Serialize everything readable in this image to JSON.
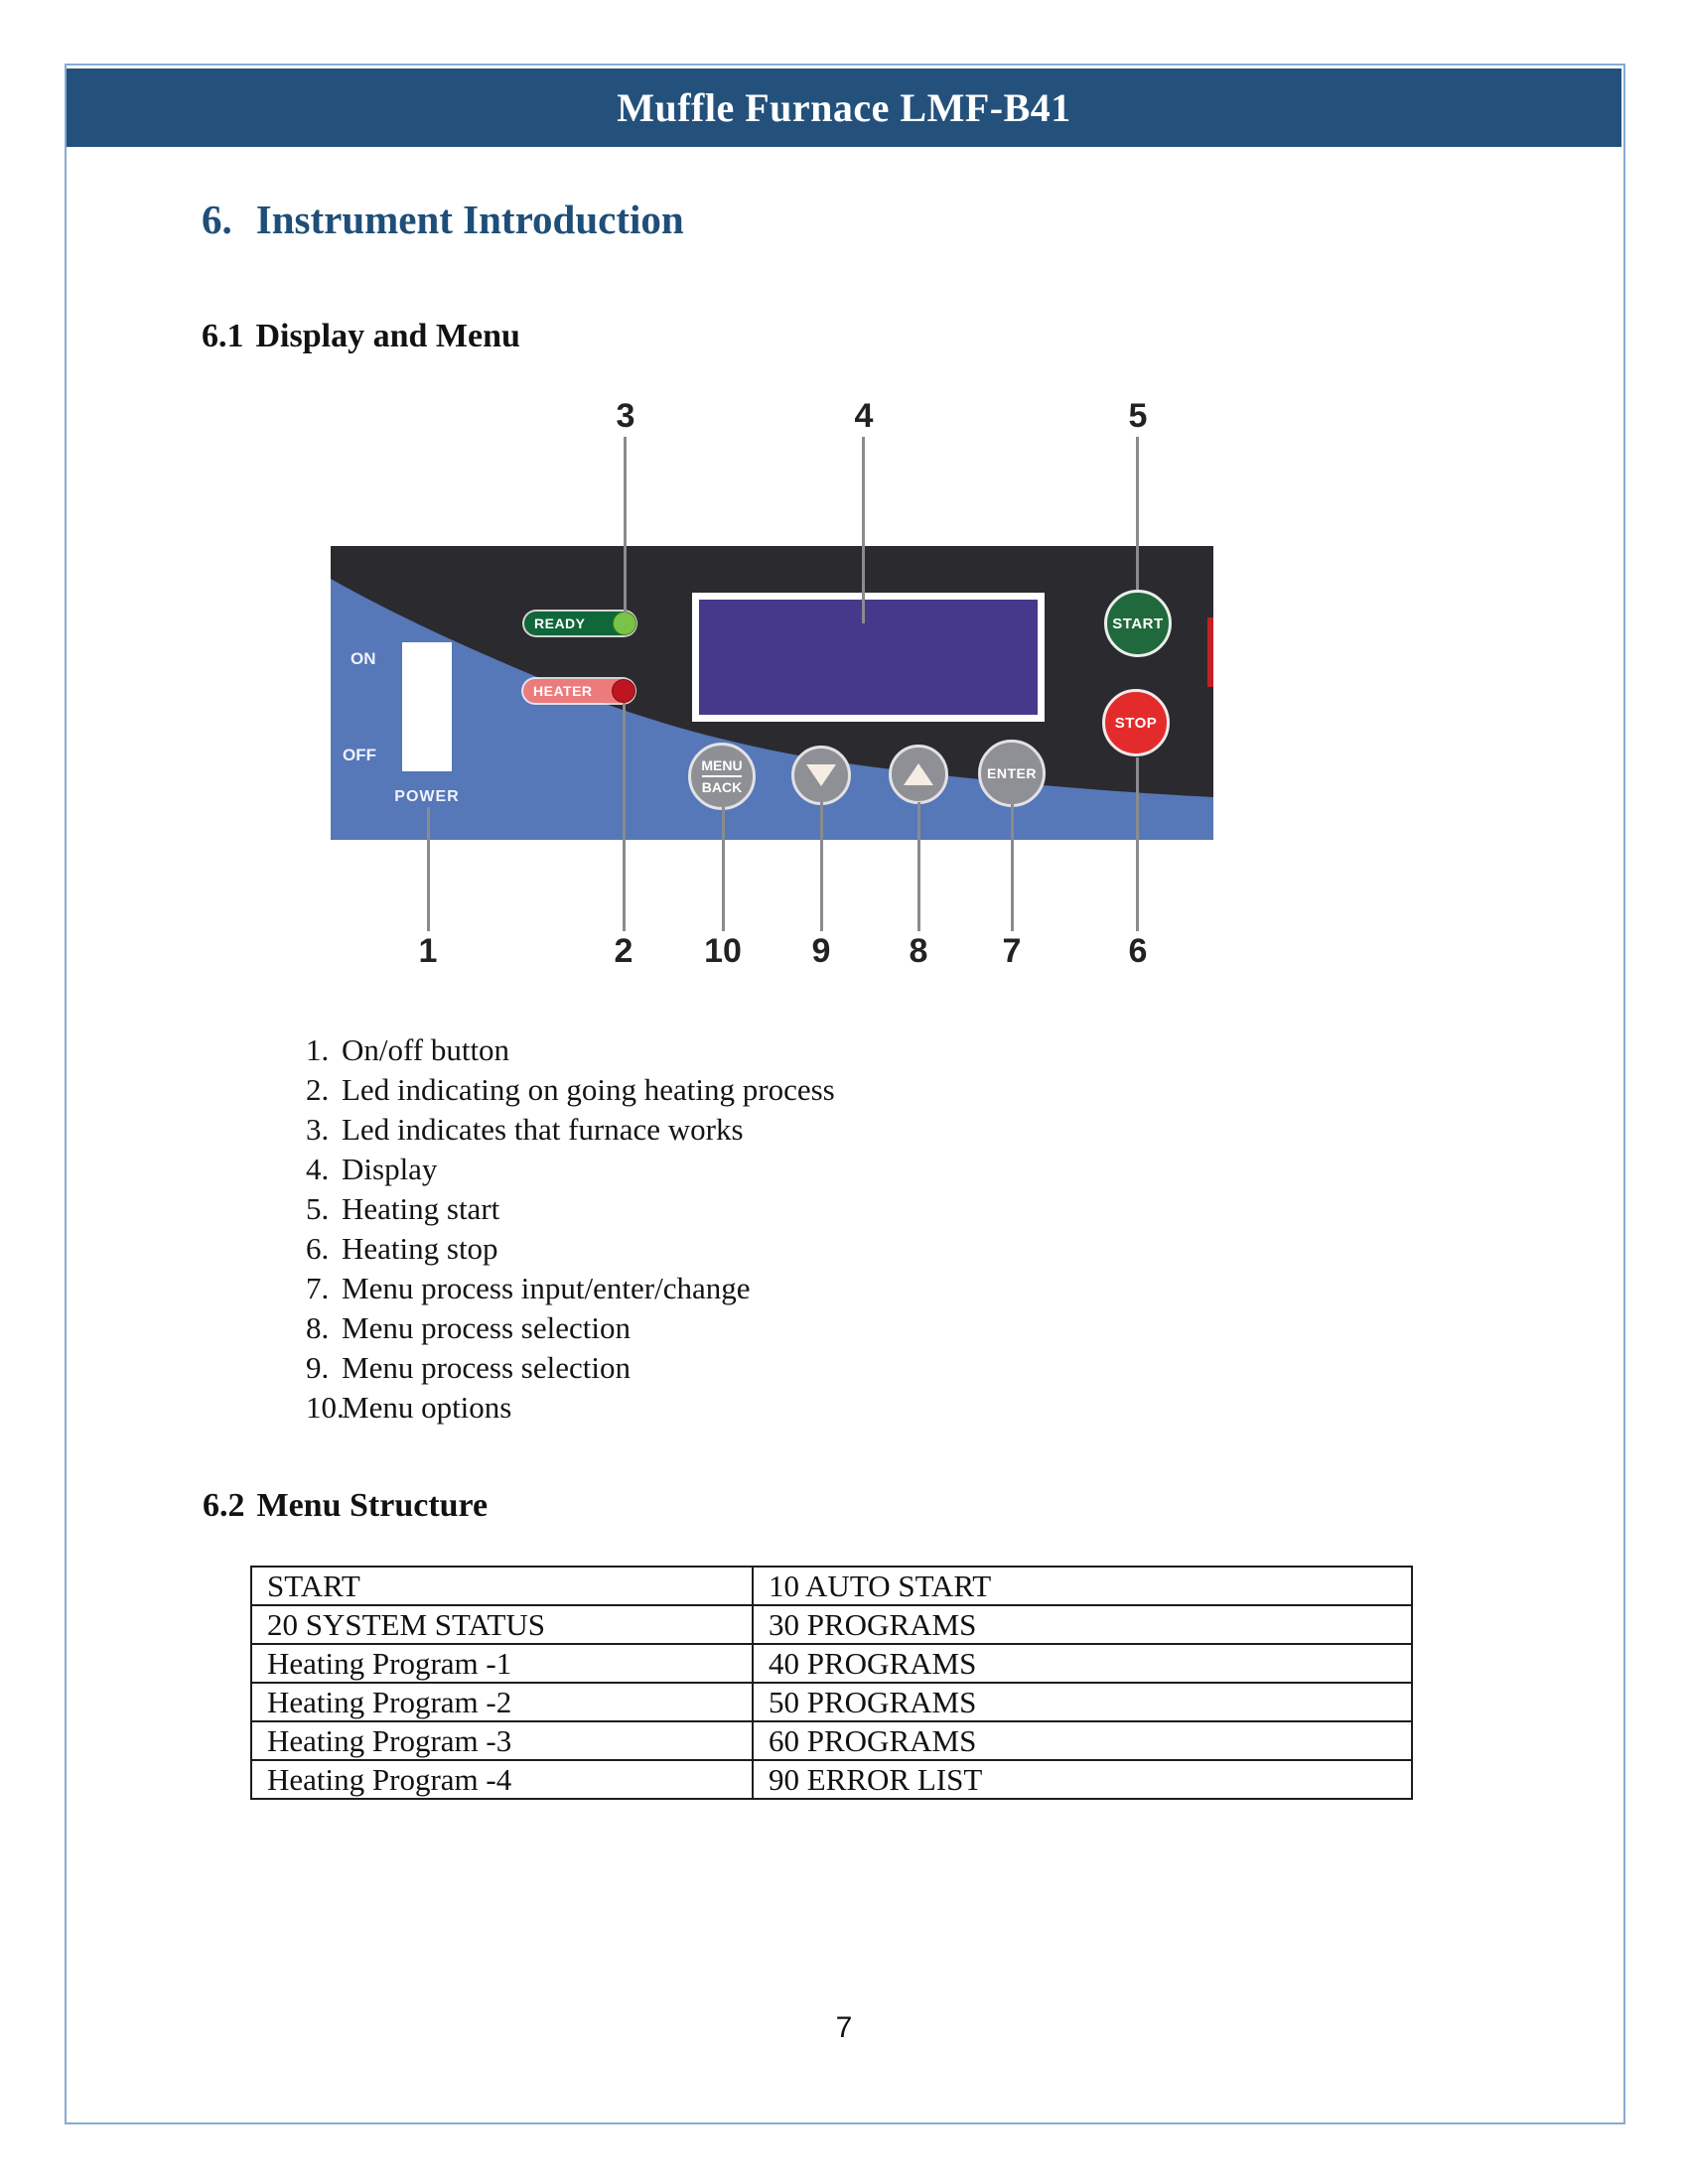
{
  "header": {
    "title": "Muffle Furnace LMF-B41"
  },
  "sections": {
    "intro_number": "6.",
    "intro_title": "Instrument Introduction",
    "display_menu_number": "6.1",
    "display_menu_title": "Display and Menu",
    "menu_structure_number": "6.2",
    "menu_structure_title": "Menu Structure"
  },
  "panel": {
    "power": {
      "on": "ON",
      "off": "OFF",
      "label": "POWER"
    },
    "ready_led_label": "READY",
    "heater_led_label": "HEATER",
    "start_button": "START",
    "stop_button": "STOP",
    "menu_button_top": "MENU",
    "menu_button_bottom": "BACK",
    "enter_button": "ENTER"
  },
  "callouts": {
    "top": [
      {
        "n": "3"
      },
      {
        "n": "4"
      },
      {
        "n": "5"
      }
    ],
    "bottom": [
      {
        "n": "1"
      },
      {
        "n": "2"
      },
      {
        "n": "10"
      },
      {
        "n": "9"
      },
      {
        "n": "8"
      },
      {
        "n": "7"
      },
      {
        "n": "6"
      }
    ]
  },
  "legend": {
    "items": [
      {
        "marker": "1.",
        "text": "On/off button"
      },
      {
        "marker": "2.",
        "text": "Led indicating on going heating process"
      },
      {
        "marker": "3.",
        "text": "Led indicates that furnace works"
      },
      {
        "marker": "4.",
        "text": "Display"
      },
      {
        "marker": "5.",
        "text": "Heating start"
      },
      {
        "marker": "6.",
        "text": "Heating stop"
      },
      {
        "marker": "7.",
        "text": "Menu process input/enter/change"
      },
      {
        "marker": "8.",
        "text": "Menu process selection"
      },
      {
        "marker": "9.",
        "text": "Menu process selection"
      },
      {
        "marker": "10.",
        "text": "Menu options"
      }
    ]
  },
  "menu_table": {
    "rows": [
      {
        "left": "START",
        "right": "10 AUTO START"
      },
      {
        "left": "20 SYSTEM STATUS",
        "right": "30 PROGRAMS"
      },
      {
        "left": "Heating Program -1",
        "right": "40 PROGRAMS"
      },
      {
        "left": "Heating Program -2",
        "right": "50 PROGRAMS"
      },
      {
        "left": "Heating Program -3",
        "right": "60 PROGRAMS"
      },
      {
        "left": "Heating Program -4",
        "right": "90 ERROR LIST"
      }
    ]
  },
  "footer": {
    "page_number": "7"
  },
  "colors": {
    "header_bar": "#24517C",
    "heading_blue": "#1F4E79",
    "page_border": "#86ABD3",
    "panel_dark": "#2B2A2E",
    "panel_blue": "#5677B8",
    "display_purple": "#46398C",
    "ready_green": "#10673A",
    "led_green": "#79C347",
    "heater_pink": "#EE7B7B",
    "led_red": "#BD1620",
    "start_green": "#20693C",
    "stop_red": "#E42B2B",
    "button_gray": "#8F9095",
    "callout_line_gray": "#898B8E"
  }
}
